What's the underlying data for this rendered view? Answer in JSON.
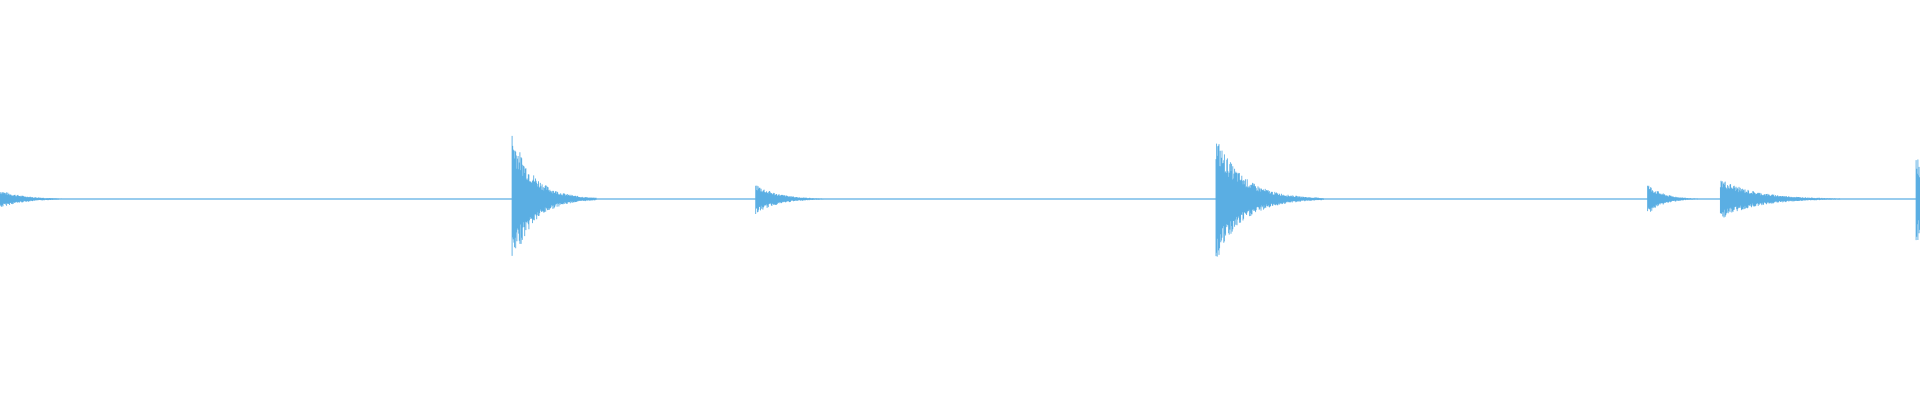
{
  "waveform": {
    "color": "#5aaee3",
    "baseline_color": "#5aaee3",
    "peak_amplitude": 1.0,
    "transients": [
      {
        "name": "transient-1",
        "time_fraction": 0.0,
        "amplitude": 0.07,
        "decay": 0.012
      },
      {
        "name": "transient-2",
        "time_fraction": 0.267,
        "amplitude": 0.53,
        "decay": 0.011
      },
      {
        "name": "transient-3",
        "time_fraction": 0.394,
        "amplitude": 0.12,
        "decay": 0.011
      },
      {
        "name": "transient-4",
        "time_fraction": 0.634,
        "amplitude": 0.49,
        "decay": 0.014
      },
      {
        "name": "transient-5",
        "time_fraction": 0.859,
        "amplitude": 0.12,
        "decay": 0.008
      },
      {
        "name": "transient-6",
        "time_fraction": 0.897,
        "amplitude": 0.16,
        "decay": 0.018
      },
      {
        "name": "transient-7",
        "time_fraction": 0.999,
        "amplitude": 0.4,
        "decay": 0.004
      }
    ]
  }
}
